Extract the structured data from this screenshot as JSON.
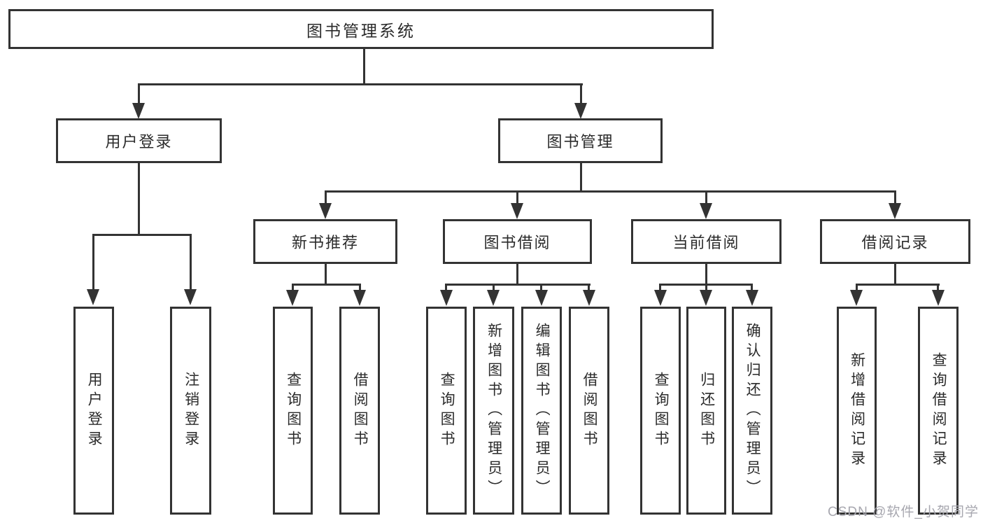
{
  "diagram": {
    "type": "tree-diagram",
    "colors": {
      "line": "#333333",
      "box_border": "#333333",
      "text": "#2b2b2b",
      "background": "#ffffff",
      "watermark": "#a7a7af"
    },
    "tree": {
      "label": "图书管理系统",
      "children": [
        {
          "label": "用户登录",
          "children": [
            {
              "label": "用户登录"
            },
            {
              "label": "注销登录"
            }
          ]
        },
        {
          "label": "图书管理",
          "children": [
            {
              "label": "新书推荐",
              "children": [
                {
                  "label": "查询图书"
                },
                {
                  "label": "借阅图书"
                }
              ]
            },
            {
              "label": "图书借阅",
              "children": [
                {
                  "label": "查询图书"
                },
                {
                  "label": "新增图书（管理员）"
                },
                {
                  "label": "编辑图书（管理员）"
                },
                {
                  "label": "借阅图书"
                }
              ]
            },
            {
              "label": "当前借阅",
              "children": [
                {
                  "label": "查询图书"
                },
                {
                  "label": "归还图书"
                },
                {
                  "label": "确认归还（管理员）"
                }
              ]
            },
            {
              "label": "借阅记录",
              "children": [
                {
                  "label": "新增借阅记录"
                },
                {
                  "label": "查询借阅记录"
                }
              ]
            }
          ]
        }
      ]
    },
    "watermark": {
      "text": "CSDN @软件_小贺同学"
    }
  }
}
